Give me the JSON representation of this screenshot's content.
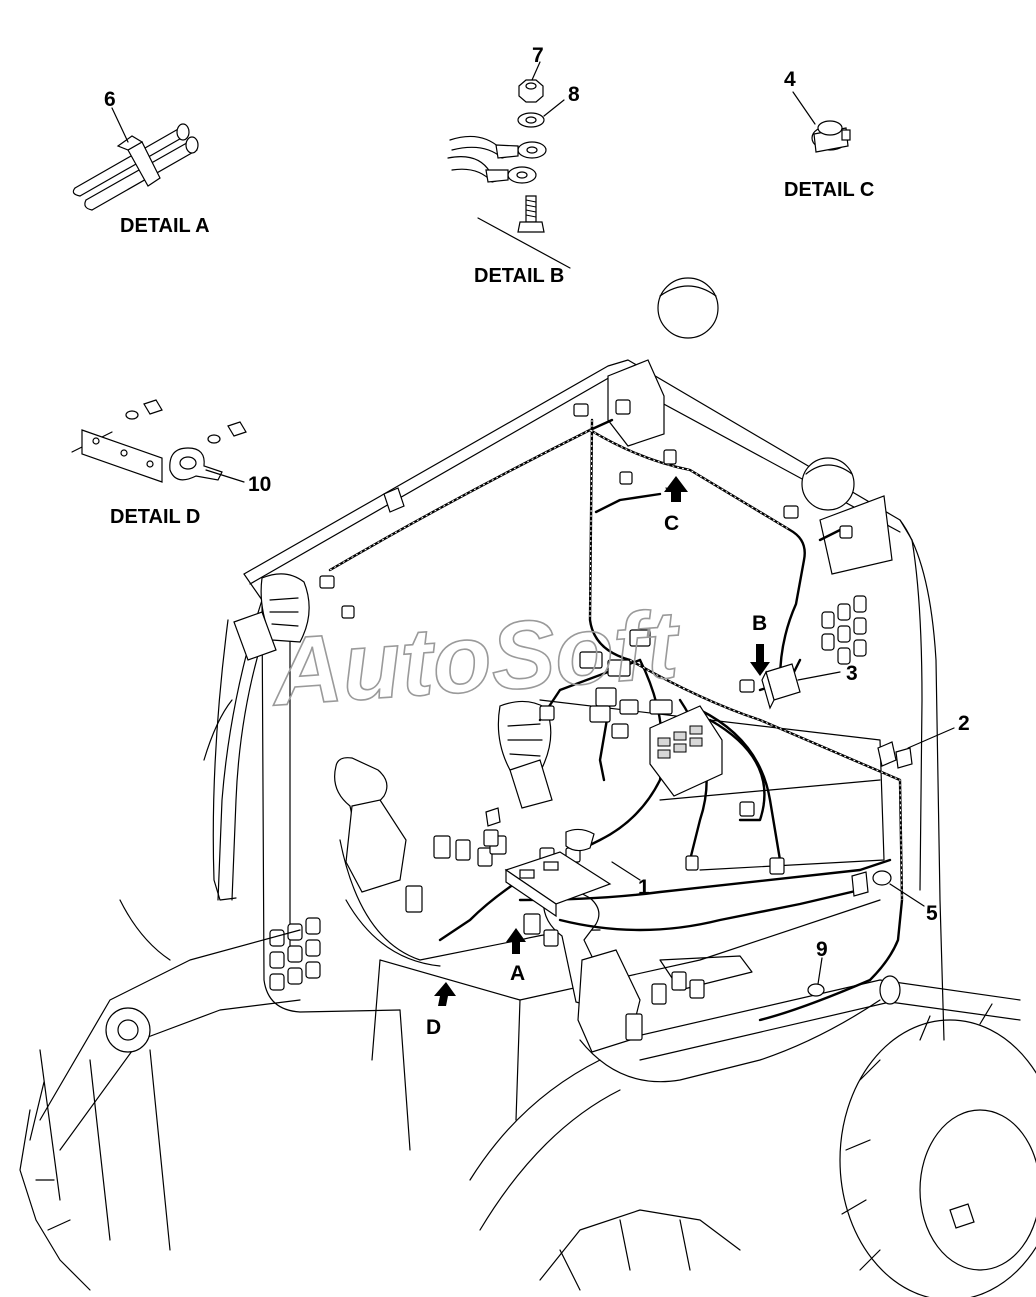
{
  "details": {
    "a": "DETAIL A",
    "b": "DETAIL B",
    "c": "DETAIL C",
    "d": "DETAIL D"
  },
  "callouts": {
    "p1": "1",
    "p2": "2",
    "p3": "3",
    "p4": "4",
    "p5": "5",
    "p6": "6",
    "p7": "7",
    "p8": "8",
    "p9": "9",
    "p10": "10"
  },
  "arrows": {
    "a": "A",
    "b": "B",
    "c": "C",
    "d": "D"
  },
  "watermark": "AutoSoft"
}
